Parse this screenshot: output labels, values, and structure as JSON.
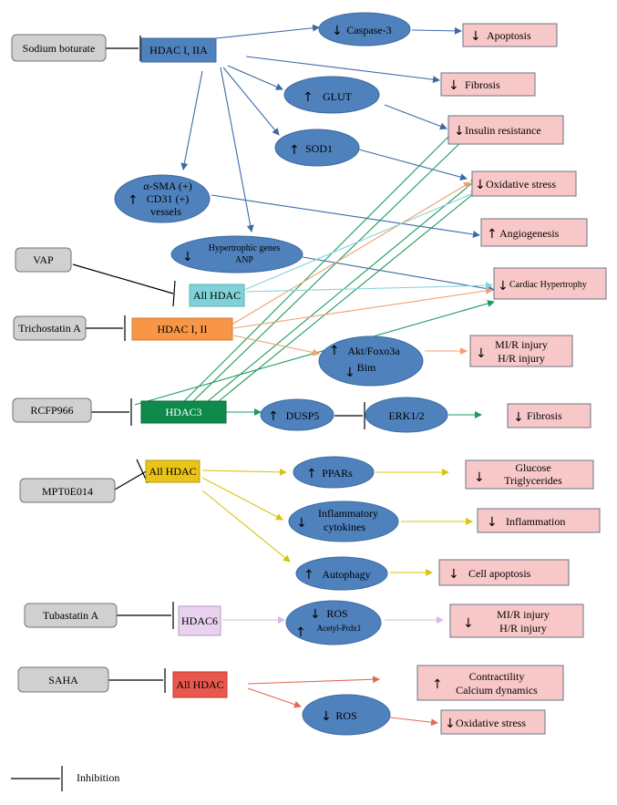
{
  "drugs": {
    "sodium_butyrate": "Sodium boturate",
    "vap": "VAP",
    "trichostatin_a": "Trichostatin A",
    "rcfp966": "RCFP966",
    "mpt0e014": "MPT0E014",
    "tubastatin_a": "Tubastatin A",
    "saha": "SAHA"
  },
  "hdacs": {
    "hdac_1_2a": "HDAC  I, IIA",
    "all_hdac_vap": "All HDAC",
    "hdac_1_2": "HDAC  I, II",
    "hdac3": "HDAC3",
    "all_hdac_mpt": "All HDAC",
    "hdac6": "HDAC6",
    "all_hdac_saha": "All HDAC"
  },
  "mediators": {
    "caspase3": "Caspase-3",
    "glut": "GLUT",
    "sod1": "SOD1",
    "sma_line1": "α-SMA (+)",
    "sma_line2": "CD31 (+)",
    "sma_line3": "vessels",
    "hypertrophic_line1": "Hypertrophic genes",
    "hypertrophic_line2": "ANP",
    "akt_line1": "Akt/Foxo3a",
    "akt_line2": "Bim",
    "dusp5": "DUSP5",
    "erk": "ERK1/2",
    "ppars": "PPARs",
    "inflam_line1": "Inflammatory",
    "inflam_line2": "cytokines",
    "autophagy": "Autophagy",
    "ros_line1": "ROS",
    "ros_line2": "Acetyl-Prdx1",
    "ros2": "ROS"
  },
  "effects": {
    "apoptosis": "Apoptosis",
    "fibrosis1": "Fibrosis",
    "insulin": "Insulin resistance",
    "oxidative1": "Oxidative stress",
    "angiogenesis": "Angiogenesis",
    "cardiac": "Cardiac Hypertrophy",
    "mir1_line1": "MI/R injury",
    "mir1_line2": "H/R injury",
    "fibrosis2": "Fibrosis",
    "glucose_line1": "Glucose",
    "glucose_line2": "Triglycerides",
    "inflammation": "Inflammation",
    "cell_apoptosis": "Cell apoptosis",
    "mir2_line1": "MI/R injury",
    "mir2_line2": "H/R injury",
    "contract_line1": "Contractility",
    "contract_line2": "Calcium dynamics",
    "oxidative2": "Oxidative stress"
  },
  "legend": {
    "inhibition": "Inhibition"
  },
  "colors": {
    "hdac_blue": "#4f81bd",
    "all_hdac_cyan": "#7fd3d8",
    "hdac_orange": "#f79646",
    "hdac3_green": "#0e8a4a",
    "all_hdac_yellow": "#e8c318",
    "hdac6_lilac": "#e8d2ee",
    "all_hdac_red": "#e8584c",
    "effect_pink": "#f8c8c8",
    "drug_grey": "#d0d0d0"
  }
}
